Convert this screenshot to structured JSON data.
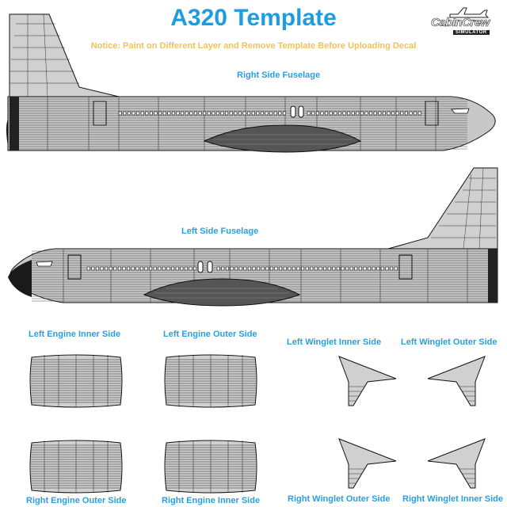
{
  "header": {
    "title": "A320 Template",
    "notice": "Notice: Paint on Different Layer and Remove Template Before Uploading Decal",
    "logo_text": "CabinCrew",
    "logo_sub": "SIMULATOR"
  },
  "sections": {
    "right_fuselage": "Right Side Fuselage",
    "left_fuselage": "Left Side Fuselage",
    "left_engine_inner": "Left Engine Inner Side",
    "left_engine_outer": "Left Engine Outer Side",
    "right_engine_outer": "Right Engine Outer Side",
    "right_engine_inner": "Right Engine Inner Side",
    "left_winglet_inner": "Left Winglet Inner Side",
    "left_winglet_outer": "Left Winglet Outer Side",
    "right_winglet_outer": "Right Winglet Outer Side",
    "right_winglet_inner": "Right Winglet Inner Side"
  },
  "colors": {
    "title": "#1f9be0",
    "notice": "#f2c25a",
    "label": "#2a9fe0",
    "template_fill": "#d9d9d9",
    "lines": "#111111"
  }
}
